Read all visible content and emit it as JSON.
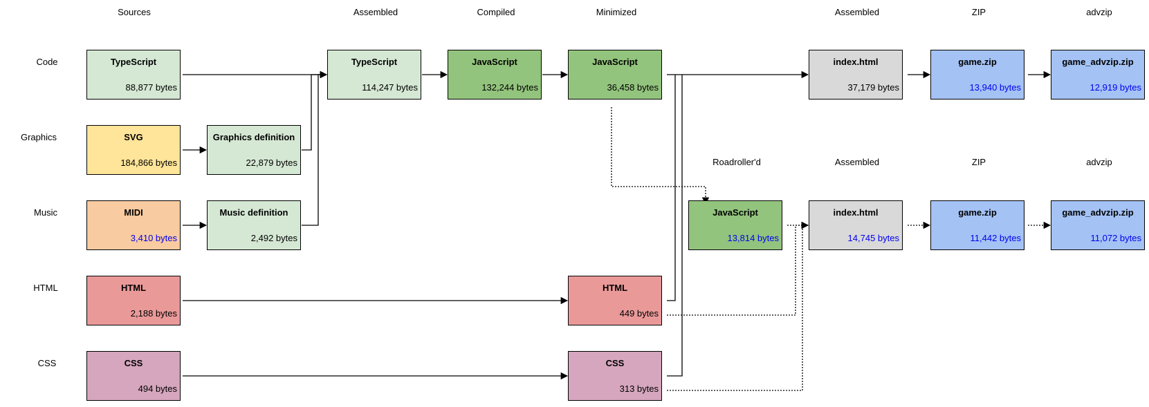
{
  "columns": {
    "sources": "Sources",
    "assembled": "Assembled",
    "compiled": "Compiled",
    "minimized": "Minimized",
    "assembled2": "Assembled",
    "zip": "ZIP",
    "advzip": "advzip",
    "roadroller": "Roadroller'd",
    "assembled3": "Assembled",
    "zip2": "ZIP",
    "advzip2": "advzip"
  },
  "rows": {
    "code": "Code",
    "graphics": "Graphics",
    "music": "Music",
    "html": "HTML",
    "css": "CSS"
  },
  "boxes": {
    "ts_src": {
      "name": "TypeScript",
      "size": "88,877 bytes",
      "color": "#d5e8d4"
    },
    "svg": {
      "name": "SVG",
      "size": "184,866 bytes",
      "color": "#ffe599"
    },
    "gfx_def": {
      "name": "Graphics definition",
      "size": "22,879 bytes",
      "color": "#d5e8d4"
    },
    "midi": {
      "name": "MIDI",
      "size": "3,410 bytes",
      "color": "#f8cba0",
      "size_color": "#0000ee"
    },
    "music_def": {
      "name": "Music definition",
      "size": "2,492 bytes",
      "color": "#d5e8d4"
    },
    "html_src": {
      "name": "HTML",
      "size": "2,188 bytes",
      "color": "#ea9999"
    },
    "css_src": {
      "name": "CSS",
      "size": "494 bytes",
      "color": "#d5a6bd"
    },
    "ts_asm": {
      "name": "TypeScript",
      "size": "114,247 bytes",
      "color": "#d5e8d4"
    },
    "js_comp": {
      "name": "JavaScript",
      "size": "132,244 bytes",
      "color": "#93c47d"
    },
    "js_min": {
      "name": "JavaScript",
      "size": "36,458 bytes",
      "color": "#93c47d"
    },
    "html_min": {
      "name": "HTML",
      "size": "449 bytes",
      "color": "#ea9999"
    },
    "css_min": {
      "name": "CSS",
      "size": "313 bytes",
      "color": "#d5a6bd"
    },
    "index1": {
      "name": "index.html",
      "size": "37,179 bytes",
      "color": "#d9d9d9"
    },
    "zip1": {
      "name": "game.zip",
      "size": "13,940 bytes",
      "color": "#a4c2f4",
      "size_color": "#0000ee"
    },
    "adv1": {
      "name": "game_advzip.zip",
      "size": "12,919 bytes",
      "color": "#a4c2f4",
      "size_color": "#0000ee"
    },
    "js_rr": {
      "name": "JavaScript",
      "size": "13,814 bytes",
      "color": "#93c47d",
      "size_color": "#0000ee"
    },
    "index2": {
      "name": "index.html",
      "size": "14,745 bytes",
      "color": "#d9d9d9",
      "size_color": "#0000ee"
    },
    "zip2": {
      "name": "game.zip",
      "size": "11,442 bytes",
      "color": "#a4c2f4",
      "size_color": "#0000ee"
    },
    "adv2": {
      "name": "game_advzip.zip",
      "size": "11,072 bytes",
      "color": "#a4c2f4",
      "size_color": "#0000ee"
    }
  }
}
